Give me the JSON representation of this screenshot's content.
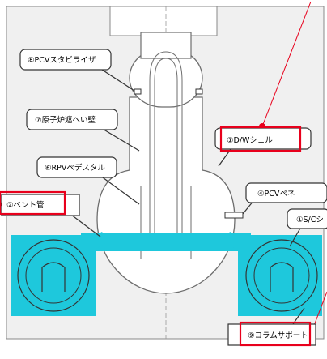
{
  "labels": {
    "pcv_stabilizer": "⑧PCVスタビライザ",
    "shield_wall": "⑦原子炉遮へい壁",
    "rpv_pedestal": "⑥RPVペデスタル",
    "vent_pipe": "②ベント管",
    "dw_shell": "①D/Wシェル",
    "pcv_penetration": "④PCVペネ",
    "sc_shell": "①S/Cシ",
    "column_support": "⑨コラムサポート"
  },
  "colors": {
    "suppression_pool": "#1ec8dc",
    "pointer_red": "#e8001c",
    "structure_line": "#6e6e6e",
    "building": "#f0f0f0"
  }
}
